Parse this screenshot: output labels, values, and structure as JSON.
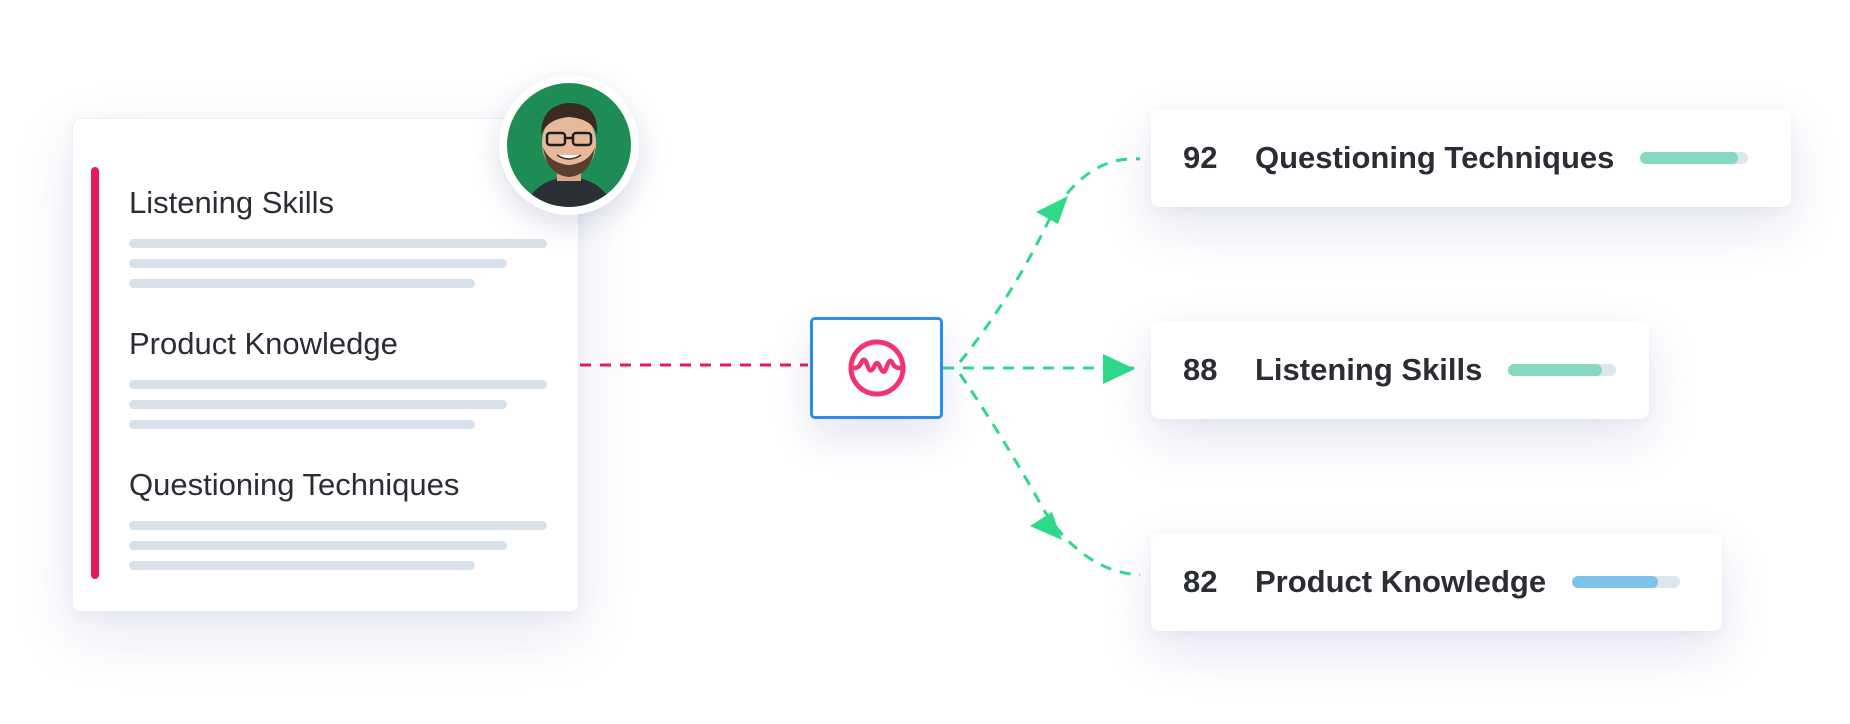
{
  "colors": {
    "accent_pink": "#e8195a",
    "flow_green": "#2fd98a",
    "node_border_blue": "#2e8ce8",
    "bar_green": "#86d8c3",
    "bar_blue": "#7ec2ec",
    "bar_track": "#dde5ef"
  },
  "skill_card": {
    "sections": [
      {
        "title": "Listening Skills"
      },
      {
        "title": "Product Knowledge"
      },
      {
        "title": "Questioning Techniques"
      }
    ]
  },
  "avatar": {
    "icon": "person-avatar-icon"
  },
  "processor": {
    "icon": "waveform-logo-icon"
  },
  "results": [
    {
      "score": "92",
      "label": "Questioning Techniques",
      "bar_fraction": 0.9,
      "bar_color": "#86d8c3"
    },
    {
      "score": "88",
      "label": "Listening Skills",
      "bar_fraction": 0.87,
      "bar_color": "#86d8c3"
    },
    {
      "score": "82",
      "label": "Product Knowledge",
      "bar_fraction": 0.8,
      "bar_color": "#7ec2ec"
    }
  ]
}
